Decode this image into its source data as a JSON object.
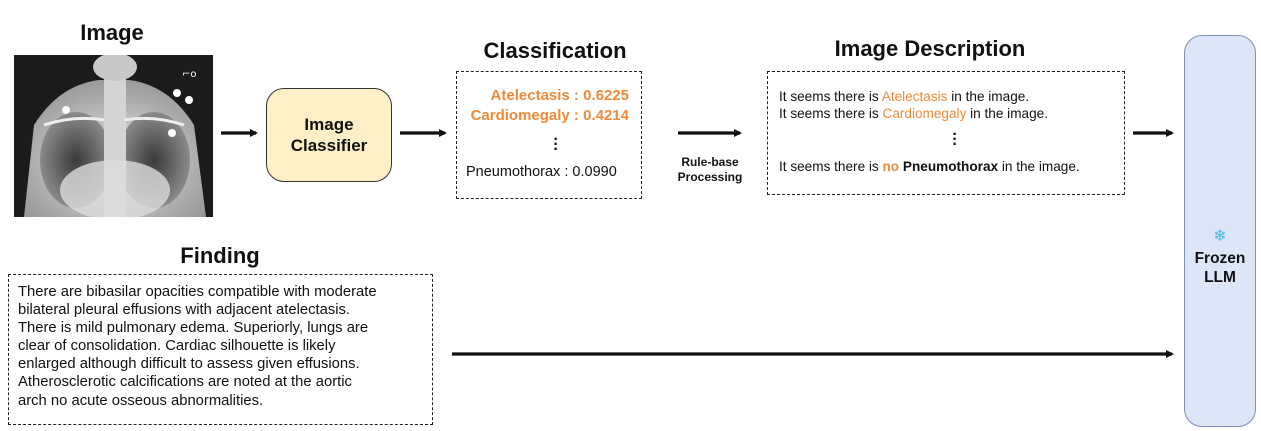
{
  "titles": {
    "image": "Image",
    "classification": "Classification",
    "description": "Image Description",
    "finding": "Finding"
  },
  "classifier_label": [
    "Image",
    "Classifier"
  ],
  "classification": [
    {
      "label": "Atelectasis",
      "value": "0.6225",
      "highlight": true
    },
    {
      "label": "Cardiomegaly",
      "value": "0.4214",
      "highlight": true
    },
    {
      "label": "Pneumothorax",
      "value": "0.0990",
      "highlight": false
    }
  ],
  "rule_label": [
    "Rule-base",
    "Processing"
  ],
  "description": [
    {
      "prefix": "It seems there is ",
      "neg": "",
      "term": "Atelectasis",
      "suffix": " in the image."
    },
    {
      "prefix": "It seems there is ",
      "neg": "",
      "term": "Cardiomegaly",
      "suffix": " in the image."
    },
    {
      "prefix": "It seems there is ",
      "neg": "no",
      "term": "Pneumothorax",
      "suffix": " in the image."
    }
  ],
  "finding_lines": [
    "There are bibasilar opacities compatible with moderate",
    "bilateral pleural effusions with adjacent atelectasis.",
    "There is mild pulmonary edema. Superiorly, lungs are",
    "clear of consolidation. Cardiac silhouette is likely",
    "enlarged although difficult to assess given effusions.",
    "Atherosclerotic calcifications are noted at the aortic",
    "arch no acute osseous abnormalities."
  ],
  "llm": {
    "icon": "snowflake-icon",
    "label": [
      "Frozen",
      "LLM"
    ]
  },
  "colors": {
    "highlight": "#ee8a3a",
    "classifier_fill": "#fdf0c7",
    "llm_fill": "#dce6f7",
    "llm_border": "#7d8fb8"
  }
}
